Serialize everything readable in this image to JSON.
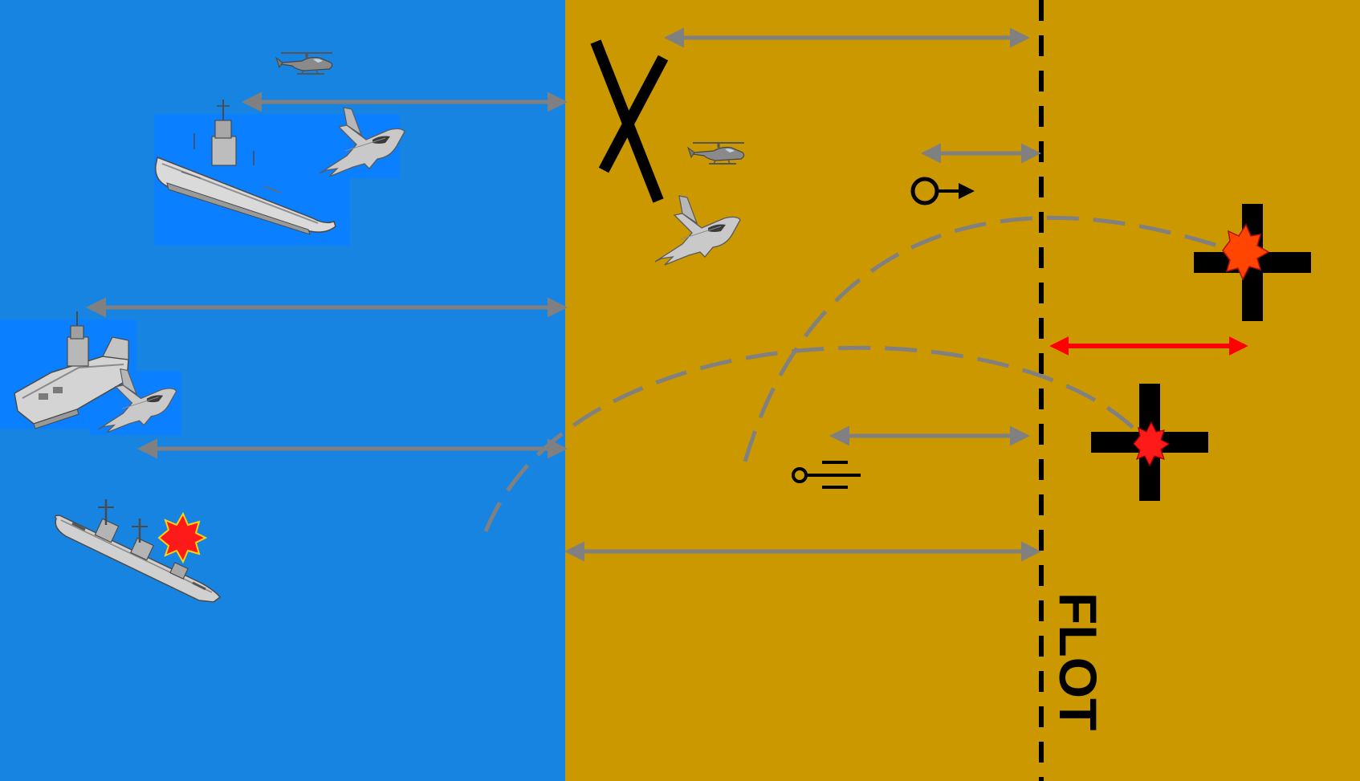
{
  "diagram": {
    "flot_label": "FLOT",
    "colors": {
      "sea": "#1884E2",
      "land": "#CB9800",
      "range_arrow": "#808080",
      "emphasis_arrow": "#FF0000",
      "trajectory": "#808080",
      "symbol": "#000000",
      "burst_fill": "#FF4500",
      "burst_fill_dark": "#FF1A1A",
      "image_backdrop": "#0A7FFF",
      "aircraft_body": "#C9C9C9"
    },
    "icons": [
      "attack-helicopter-icon",
      "amphibious-assault-ship-icon",
      "fighter-jet-icon",
      "aircraft-carrier-icon",
      "destroyer-icon",
      "impact-burst-icon",
      "x-symbol",
      "mortar-symbol",
      "artillery-symbol",
      "target-cross-icon"
    ]
  }
}
